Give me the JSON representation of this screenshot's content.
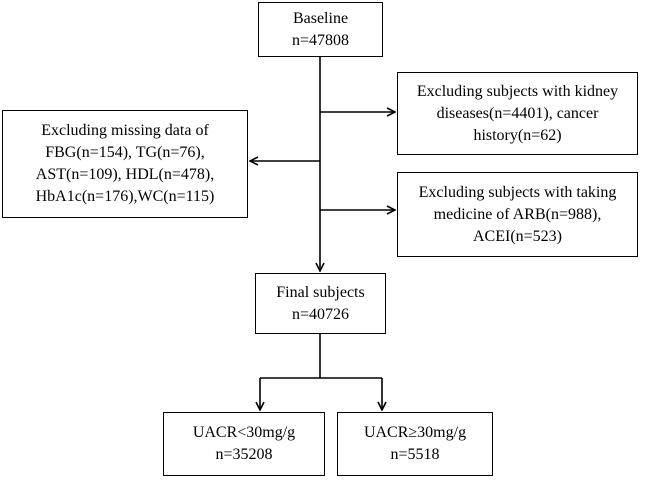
{
  "colors": {
    "stroke": "#000000",
    "background": "#ffffff",
    "text": "#000000"
  },
  "boxes": {
    "baseline": {
      "lines": [
        "Baseline",
        "n=47808"
      ]
    },
    "exclude_kidney": {
      "lines": [
        "Excluding subjects with kidney",
        "diseases(n=4401), cancer",
        "history(n=62)"
      ]
    },
    "exclude_missing": {
      "lines": [
        "Excluding missing data of",
        "FBG(n=154), TG(n=76),",
        "AST(n=109), HDL(n=478),",
        "HbA1c(n=176),WC(n=115)"
      ]
    },
    "exclude_medicine": {
      "lines": [
        "Excluding subjects with taking",
        "medicine of ARB(n=988),",
        "ACEI(n=523)"
      ]
    },
    "final": {
      "lines": [
        "Final subjects",
        "n=40726"
      ]
    },
    "uacr_low": {
      "lines": [
        "UACR<30mg/g",
        "n=35208"
      ]
    },
    "uacr_high": {
      "lines": [
        "UACR≥30mg/g",
        "n=5518"
      ]
    }
  }
}
